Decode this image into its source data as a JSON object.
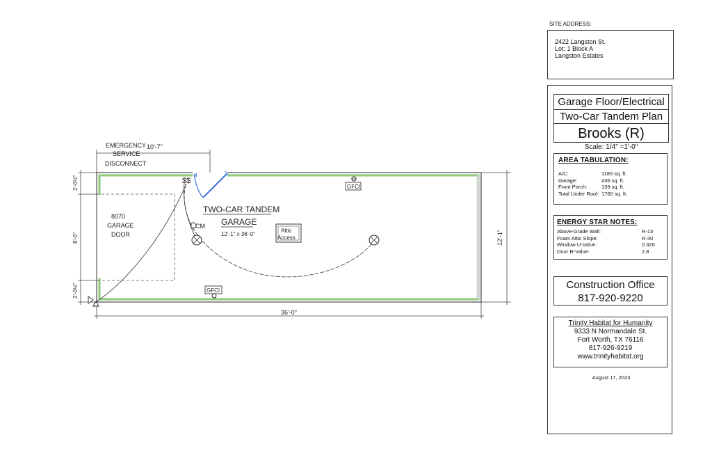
{
  "plan": {
    "room_name_line1": "TWO-CAR TANDEM",
    "room_name_line2": "GARAGE",
    "room_size": "12'-1\" x 36'-0\"",
    "emergency_line1": "EMERGENCY",
    "emergency_line2": "SERVICE",
    "emergency_line3": "DISCONNECT",
    "dim_top": "10'-7\"",
    "dim_bottom": "36'-0\"",
    "dim_right": "12'-1\"",
    "dim_left_top": "2'-0½\"",
    "dim_left_mid": "8'-0\"",
    "dim_left_bottom": "2'-0½\"",
    "garage_door_line1": "8070",
    "garage_door_line2": "GARAGE",
    "garage_door_line3": "DOOR",
    "gfci_top": "GFCI",
    "gfci_bottom": "GFCI",
    "switch_label": "$$",
    "cm_label": "CM",
    "attic_line1": "Attic",
    "attic_line2": "Access",
    "wall_color": "#8cc87a"
  },
  "site": {
    "label": "SITE ADDRESS:",
    "line1": "2422 Langston St.",
    "line2": "Lot: 1 Block A",
    "line3": "Langston Estates"
  },
  "title": {
    "line1": "Garage Floor/Electrical",
    "line2": "Two-Car Tandem Plan",
    "line3": "Brooks (R)",
    "scale": "Scale: 1/4\" =1'-0\""
  },
  "area": {
    "heading": "AREA TABULATION:",
    "rows": [
      {
        "k": "A/C:",
        "v": "1185 sq. ft."
      },
      {
        "k": "Garage:",
        "v": "436 sq. ft."
      },
      {
        "k": "Front Porch:",
        "v": "139 sq. ft."
      },
      {
        "k": "Total Under Roof:",
        "v": "1760 sq. ft."
      }
    ]
  },
  "energy": {
    "heading": "ENERGY STAR NOTES:",
    "rows": [
      {
        "k": "Above-Grade Wall:",
        "v": "R-13"
      },
      {
        "k": "Foam Attic Slope:",
        "v": "R-30"
      },
      {
        "k": "Window U-Value:",
        "v": "0.320"
      },
      {
        "k": "Door R-Value:",
        "v": "2.8"
      }
    ]
  },
  "office": {
    "line1": "Construction Office",
    "line2": "817-920-9220"
  },
  "org": {
    "name": "Trinity Habitat for Humanity",
    "addr1": "9333 N Normandale St.",
    "addr2": "Fort Worth, TX 76116",
    "phone": "817-926-9219",
    "web": "www.trinityhabitat.org"
  },
  "date": "August 17, 2023"
}
